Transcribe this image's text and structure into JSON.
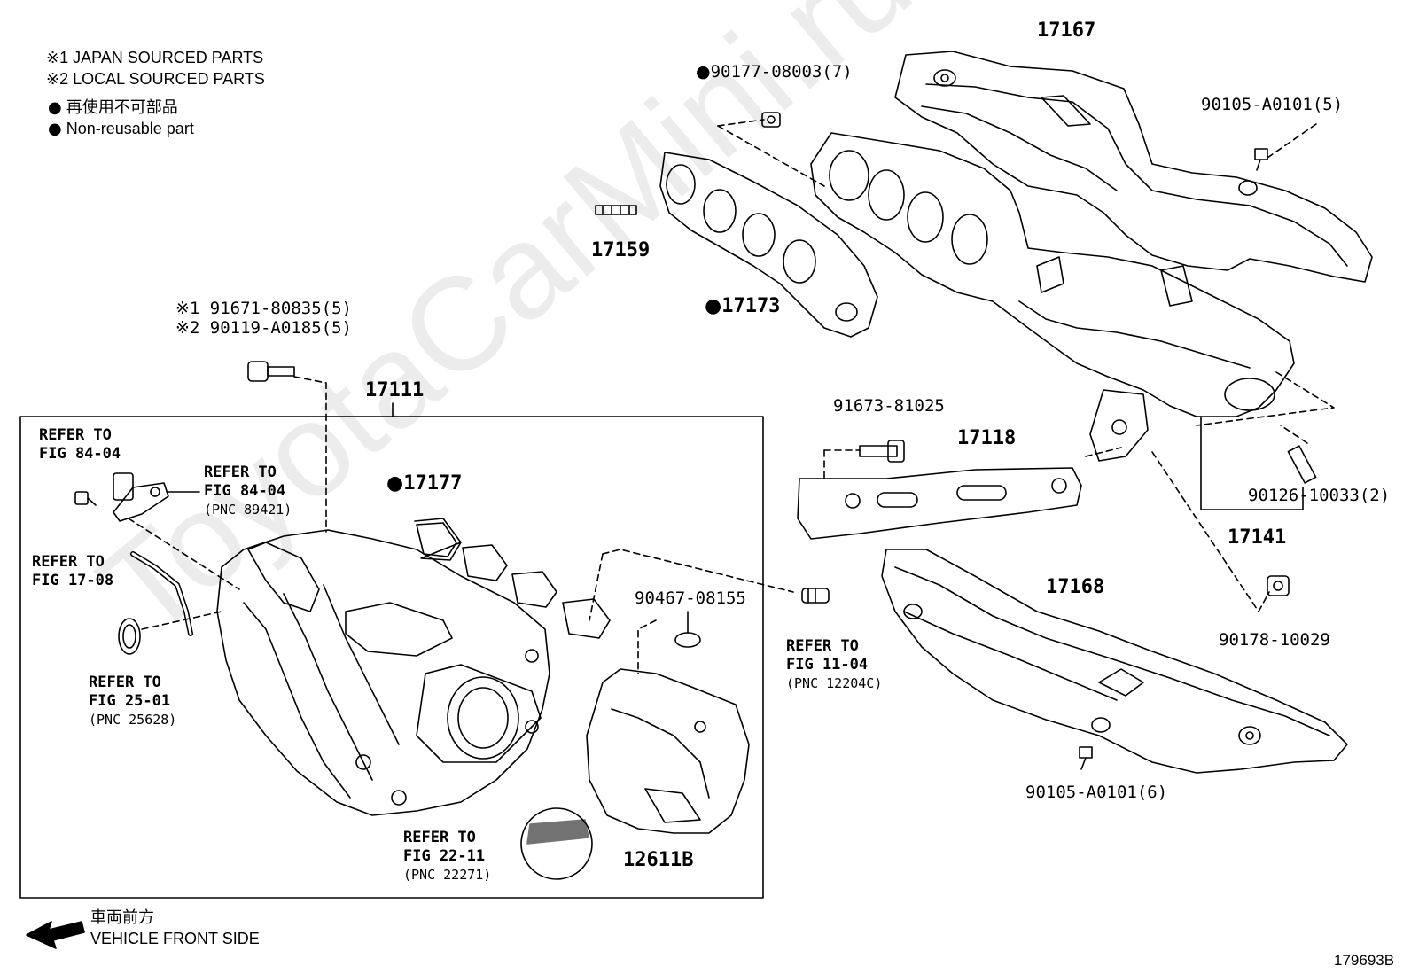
{
  "legend": {
    "japan": "※1 JAPAN SOURCED PARTS",
    "local": "※2 LOCAL SOURCED PARTS",
    "nonreuse_jp": "再使用不可部品",
    "nonreuse_en": "Non-reusable part"
  },
  "parts": {
    "p17167": "17167",
    "p90177": "90177-08003(7)",
    "p90105a": "90105-A0101(5)",
    "p17159": "17159",
    "p17173": "17173",
    "p91671": "※1 91671-80835(5)",
    "p90119": "※2 90119-A0185(5)",
    "p17111": "17111",
    "p91673": "91673-81025",
    "p17118": "17118",
    "p17177": "17177",
    "p90126": "90126-10033(2)",
    "p17141": "17141",
    "p90467": "90467-08155",
    "p17168": "17168",
    "p90178": "90178-10029",
    "p90105b": "90105-A0101(6)",
    "p12611": "12611B"
  },
  "refs": {
    "r1_a": "REFER TO",
    "r1_b": "FIG 84-04",
    "r2_a": "REFER TO",
    "r2_b": "FIG 84-04",
    "r2_c": "(PNC 89421)",
    "r3_a": "REFER TO",
    "r3_b": "FIG 17-08",
    "r4_a": "REFER TO",
    "r4_b": "FIG 25-01",
    "r4_c": "(PNC 25628)",
    "r5_a": "REFER TO",
    "r5_b": "FIG 11-04",
    "r5_c": "(PNC 12204C)",
    "r6_a": "REFER TO",
    "r6_b": "FIG 22-11",
    "r6_c": "(PNC 22271)"
  },
  "direction": {
    "jp": "車両前方",
    "en": "VEHICLE FRONT SIDE"
  },
  "figure_id": "179693B",
  "watermark": "ToyotaCarMini.ru"
}
